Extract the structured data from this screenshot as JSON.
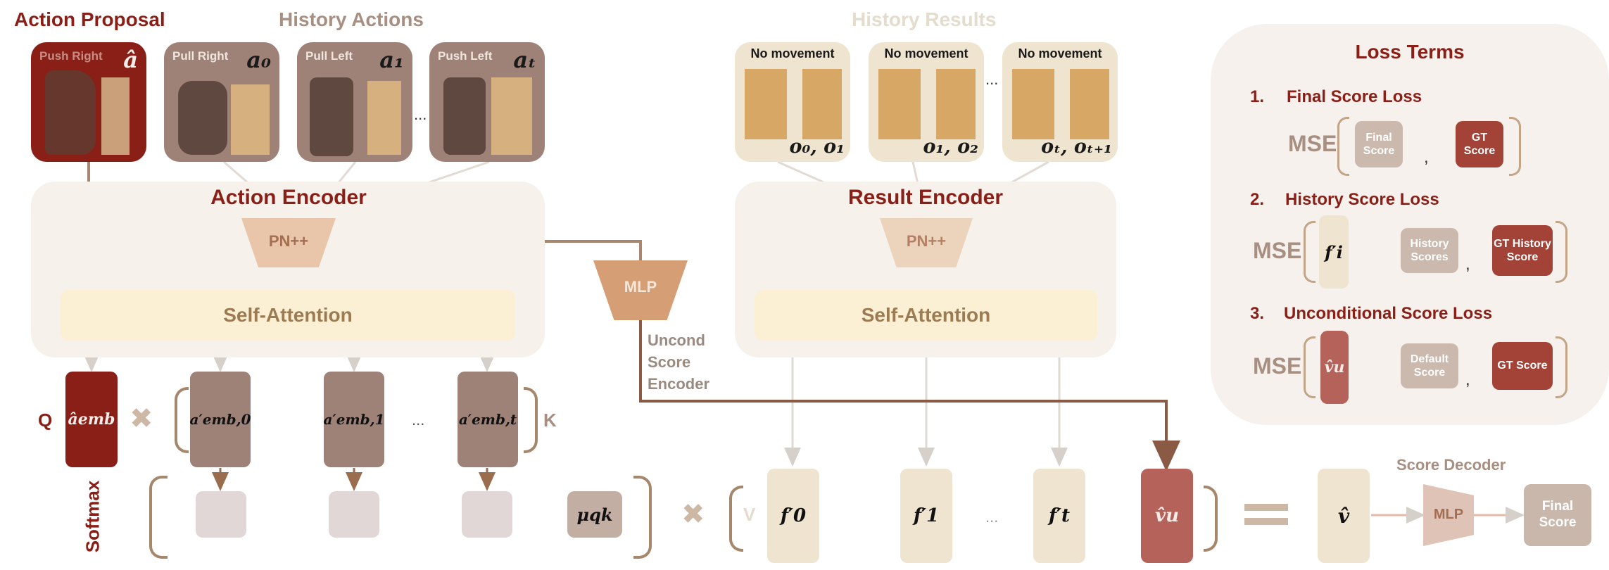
{
  "headers": {
    "action_proposal": "Action Proposal",
    "history_actions": "History Actions",
    "history_results": "History Results"
  },
  "action_cards": [
    {
      "label": "Push Right",
      "symbol": "â"
    },
    {
      "label": "Pull Right",
      "symbol": "a₀"
    },
    {
      "label": "Pull Left",
      "symbol": "a₁"
    },
    {
      "label": "Push Left",
      "symbol": "aₜ"
    }
  ],
  "result_cards": [
    {
      "label": "No movement",
      "symbol": "o₀, o₁"
    },
    {
      "label": "No movement",
      "symbol": "o₁, o₂"
    },
    {
      "label": "No movement",
      "symbol": "oₜ, oₜ₊₁"
    }
  ],
  "ellipsis": "...",
  "action_encoder": {
    "title": "Action Encoder",
    "pn": "PN++",
    "attention": "Self-Attention"
  },
  "result_encoder": {
    "title": "Result Encoder",
    "pn": "PN++",
    "attention": "Self-Attention"
  },
  "mlp": {
    "label": "MLP",
    "caption_lines": [
      "Uncond",
      "Score",
      "Encoder"
    ]
  },
  "attention_row": {
    "q": "Q",
    "k": "K",
    "v": "V",
    "times": "✖",
    "q_emb": "âemb",
    "k_embs": [
      "a′emb,0",
      "a′emb,1",
      "a′emb,t"
    ],
    "softmax": "Softmax",
    "mu": "μqk",
    "values": [
      "f′0",
      "f′1",
      "f′t"
    ],
    "uncond": "v̂u",
    "result": "v̂"
  },
  "decoder": {
    "title": "Score Decoder",
    "mlp": "MLP",
    "final": "Final Score"
  },
  "loss": {
    "title": "Loss Terms",
    "mse": "MSE",
    "items": [
      {
        "num": "1.",
        "name": "Final Score Loss",
        "pred": "Final Score",
        "gt": "GT Score"
      },
      {
        "num": "2.",
        "name": "History Score Loss",
        "feat": "f′i",
        "pred": "History Scores",
        "gt": "GT History Score"
      },
      {
        "num": "3.",
        "name": "Unconditional Score Loss",
        "feat": "v̂u",
        "pred": "Default Score",
        "gt": "GT Score"
      }
    ]
  },
  "colors": {
    "dark_red": "#8a1f17",
    "brown": "#9e8278",
    "beige_panel": "#f7f1ec",
    "cream": "#efe4cf",
    "attention": "#fbf0d3",
    "mlp_orange": "#d59e75",
    "loss_bg": "#f6f1ec"
  }
}
